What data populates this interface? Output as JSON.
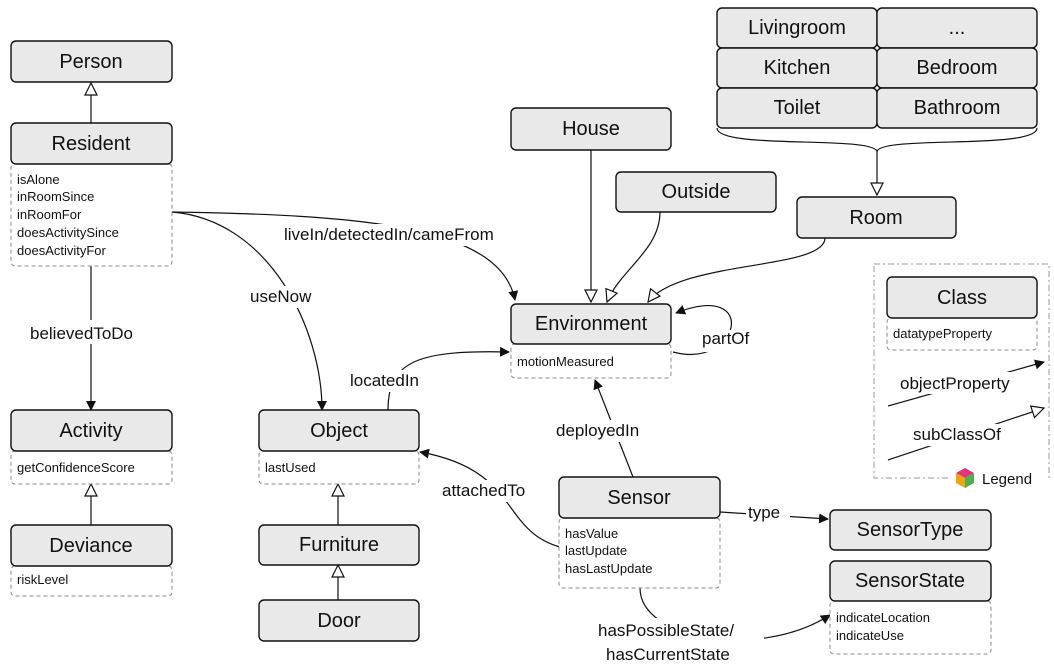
{
  "classes": {
    "person": {
      "name": "Person",
      "props": []
    },
    "resident": {
      "name": "Resident",
      "props": [
        "isAlone",
        "inRoomSince",
        "inRoomFor",
        "doesActivitySince",
        "doesActivityFor"
      ]
    },
    "activity": {
      "name": "Activity",
      "props": [
        "getConfidenceScore"
      ]
    },
    "deviance": {
      "name": "Deviance",
      "props": [
        "riskLevel"
      ]
    },
    "object": {
      "name": "Object",
      "props": [
        "lastUsed"
      ]
    },
    "furniture": {
      "name": "Furniture",
      "props": []
    },
    "door": {
      "name": "Door",
      "props": []
    },
    "house": {
      "name": "House",
      "props": []
    },
    "outside": {
      "name": "Outside",
      "props": []
    },
    "environment": {
      "name": "Environment",
      "props": [
        "motionMeasured"
      ]
    },
    "room": {
      "name": "Room",
      "props": []
    },
    "sensor": {
      "name": "Sensor",
      "props": [
        "hasValue",
        "lastUpdate",
        "hasLastUpdate"
      ]
    },
    "sensortype": {
      "name": "SensorType",
      "props": []
    },
    "sensorstate": {
      "name": "SensorState",
      "props": [
        "indicateLocation",
        "indicateUse"
      ]
    }
  },
  "rooms": [
    "Livingroom",
    "...",
    "Kitchen",
    "Bedroom",
    "Toilet",
    "Bathroom"
  ],
  "edges": {
    "believedToDo": "believedToDo",
    "useNow": "useNow",
    "liveIn": "liveIn/detectedIn/cameFrom",
    "locatedIn": "locatedIn",
    "partOf": "partOf",
    "deployedIn": "deployedIn",
    "attachedTo": "attachedTo",
    "type": "type",
    "hasState1": "hasPossibleState/",
    "hasState2": "hasCurrentState"
  },
  "legend": {
    "class_name": "Class",
    "class_prop": "datatypeProperty",
    "object_property": "objectProperty",
    "subclass_of": "subClassOf",
    "title": "Legend"
  }
}
